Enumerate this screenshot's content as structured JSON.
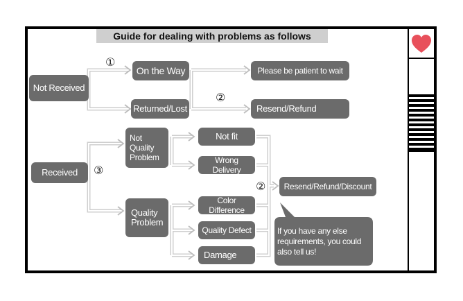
{
  "title": "Guide for dealing with problems as follows",
  "nodes": {
    "not_received": "Not Received",
    "on_the_way": "On the Way",
    "returned_lost": "Returned/Lost",
    "please_wait": "Please be patient to wait",
    "resend_refund": "Resend/Refund",
    "received": "Received",
    "not_quality": "Not Quality Problem",
    "quality": "Quality Problem",
    "not_fit": "Not fit",
    "wrong_delivery": "Wrong Delivery",
    "color_difference": "Color Difference",
    "quality_defect": "Quality Defect",
    "damage": "Damage",
    "resend_refund_discount": "Resend/Refund/Discount",
    "note": "If you have any else requirements, you could also tell us!"
  },
  "markers": {
    "one": "①",
    "two_top": "②",
    "three": "③",
    "two_bottom": "②"
  },
  "colors": {
    "box": "#6b6b6b",
    "title_bg": "#cfcfcf",
    "heart": "#e8505b"
  },
  "icons": {
    "favorite": "heart-icon",
    "menu": "hamburger-icon"
  }
}
